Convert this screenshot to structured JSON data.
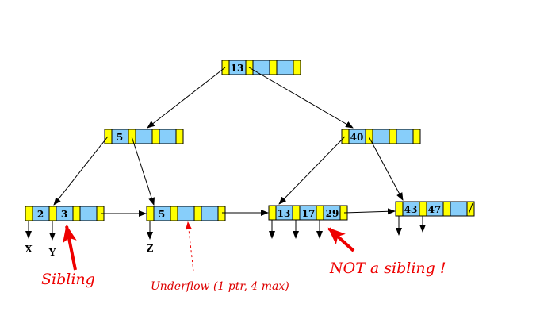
{
  "colors": {
    "pointer_slot": "#ffff00",
    "key_slot": "#87cefa",
    "outline": "#000000",
    "annotation": "#ee0000"
  },
  "tree": {
    "root": {
      "keys": [
        "13",
        "",
        ""
      ]
    },
    "internal_left": {
      "keys": [
        "5",
        "",
        ""
      ]
    },
    "internal_right": {
      "keys": [
        "40",
        "",
        ""
      ]
    },
    "leaf_1": {
      "keys": [
        "2",
        "3",
        ""
      ]
    },
    "leaf_2": {
      "keys": [
        "5",
        "",
        ""
      ]
    },
    "leaf_3": {
      "keys": [
        "13",
        "17",
        "29"
      ]
    },
    "leaf_4": {
      "keys": [
        "43",
        "47",
        ""
      ]
    }
  },
  "pointer_labels": {
    "x": "X",
    "y": "Y",
    "z": "Z"
  },
  "annotations": {
    "sibling": "Sibling",
    "underflow": "Underflow (1 ptr, 4 max)",
    "not_sibling": "NOT a sibling !"
  }
}
